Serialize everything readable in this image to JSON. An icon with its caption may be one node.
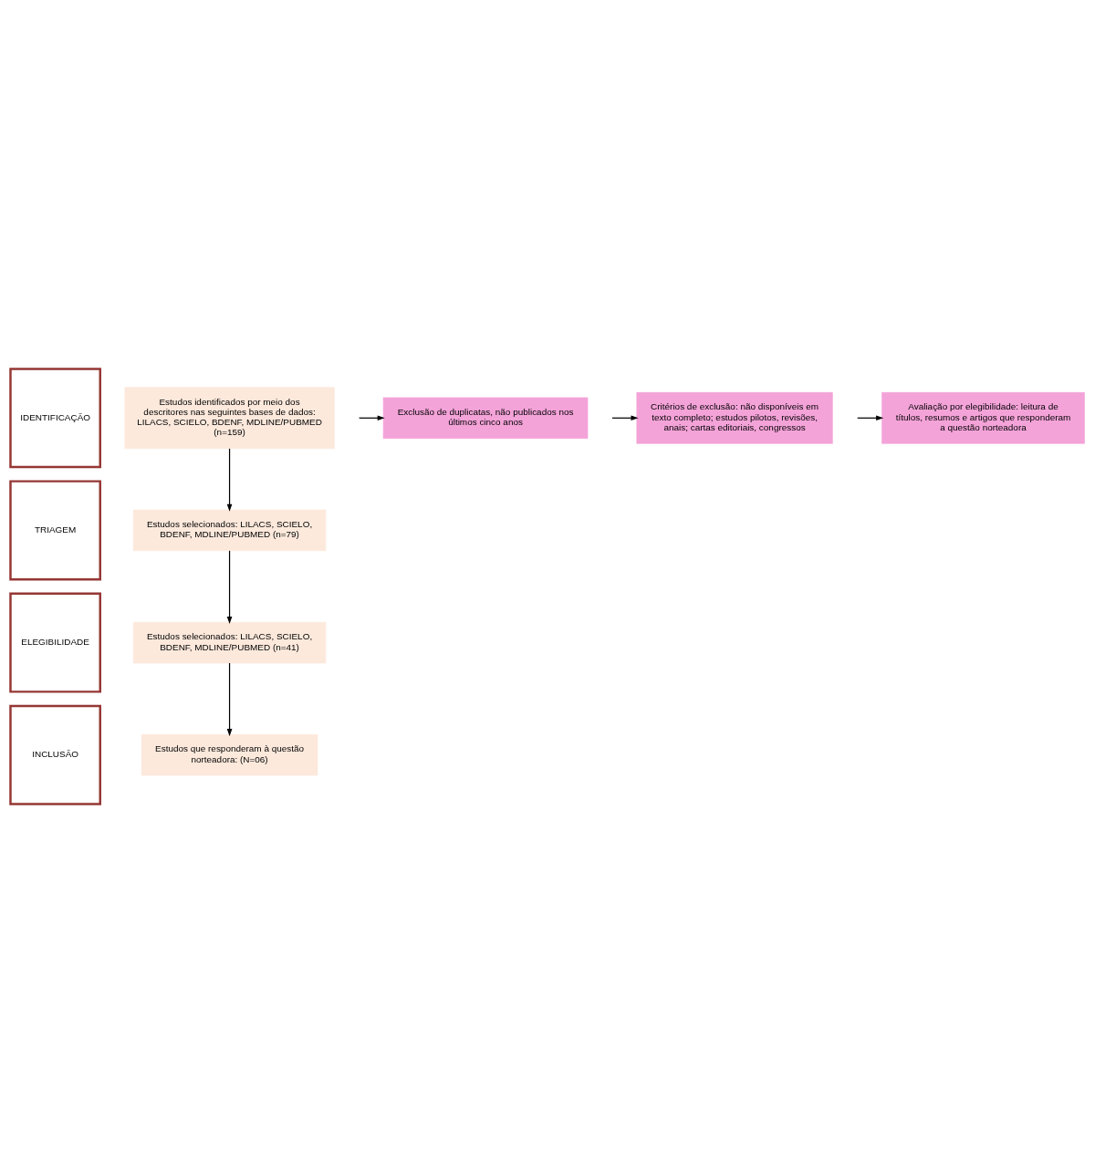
{
  "diagram": {
    "nodes": [
      {
        "text": [
          "IDENTIFICAÇÃO"
        ]
      },
      {
        "text": [
          "Estudos identificados por meio dos descritores nas seguintes bases de dados: LILACS, SCIELO, BDENF, MDLINE/PUBMED (n=159)"
        ]
      },
      {
        "text": [
          "Exclusão de duplicatas, não publicados nos últimos cinco anos"
        ]
      },
      {
        "text": [
          "TRIAGEM"
        ]
      },
      {
        "text": [
          "Estudos selecionados: LILACS, SCIELO, BDENF, MDLINE/PUBMED (n=79)"
        ]
      },
      {
        "text": [
          "Critérios de exclusão: não disponíveis em texto completo; estudos pilotos, revisões, anais; cartas editoriais, congressos"
        ]
      },
      {
        "text": [
          "ELEGIBILIDADE"
        ]
      },
      {
        "text": [
          "Estudos selecionados: LILACS, SCIELO, BDENF, MDLINE/PUBMED (n=41)"
        ]
      },
      {
        "text": [
          "Avaliação por elegibilidade: leitura de títulos, resumos e artigos que responderam a questão norteadora"
        ]
      },
      {
        "text": [
          "INCLUSÃO"
        ]
      },
      {
        "text": [
          "Estudos que responderam à questão norteadora: (N=06)"
        ]
      }
    ],
    "edges": [
      {
        "from": 1,
        "to": 4,
        "arrow": "to"
      },
      {
        "from": null,
        "to": 2,
        "arrow": "to"
      },
      {
        "from": 4,
        "to": 7,
        "arrow": "to"
      },
      {
        "from": null,
        "to": 5,
        "arrow": "to"
      },
      {
        "from": 7,
        "to": 10,
        "arrow": "to"
      },
      {
        "from": null,
        "to": 8,
        "arrow": "to"
      }
    ]
  }
}
